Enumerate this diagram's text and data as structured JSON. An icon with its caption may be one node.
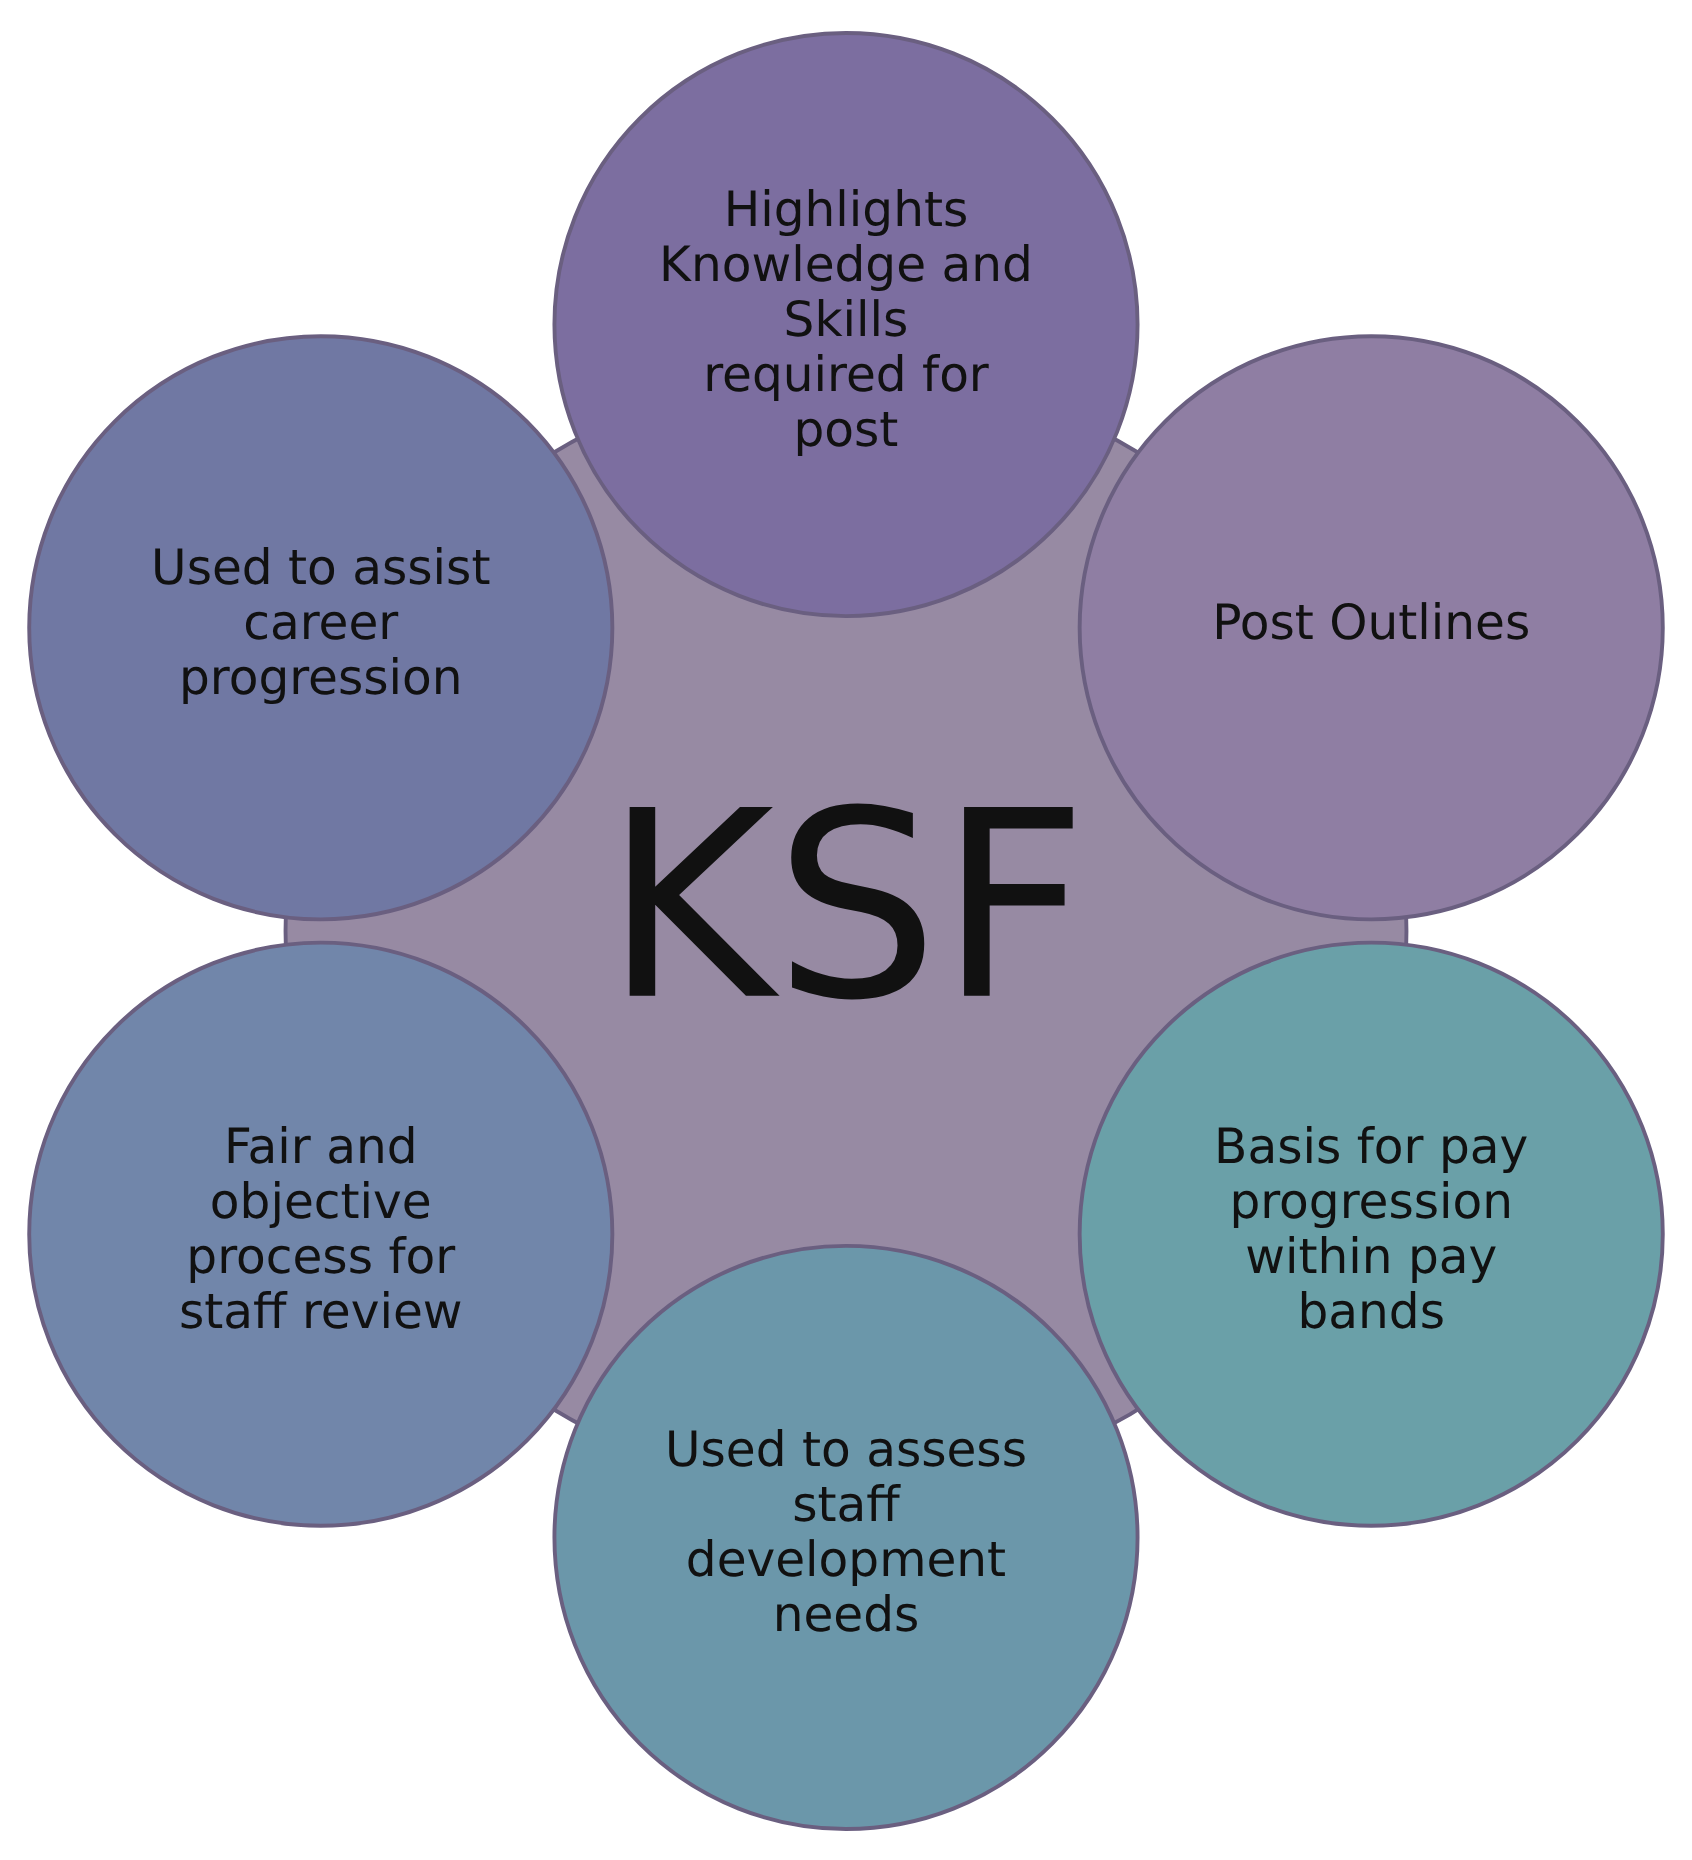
{
  "diagram": {
    "nodes": [
      {
        "text": [
          "Post Outlines"
        ]
      },
      {
        "text": [
          "Basis for pay progression within pay bands"
        ]
      },
      {
        "text": [
          "Highlights Knowledge and Skills required for post"
        ]
      },
      {
        "text": [
          "KSF"
        ]
      },
      {
        "text": [
          "Used to assess staff development needs"
        ]
      },
      {
        "text": [
          "Used to assist career progression"
        ]
      },
      {
        "text": [
          "Fair and objective process for staff review"
        ]
      }
    ]
  }
}
